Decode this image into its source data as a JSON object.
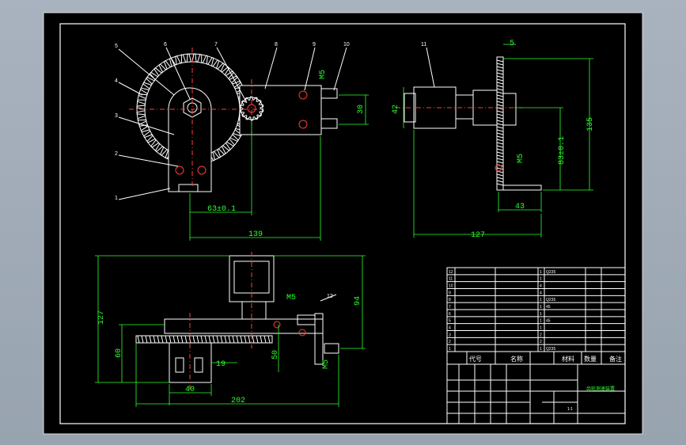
{
  "title_block": {
    "drawing_title": "齿轮测速装置",
    "col_code": "代号",
    "col_name": "名称",
    "col_material": "材料",
    "col_qty": "数量",
    "col_note": "备注",
    "scale_label": "1:1"
  },
  "part_numbers": [
    "1",
    "2",
    "3",
    "4",
    "5",
    "6",
    "7",
    "8",
    "9",
    "10",
    "11",
    "12"
  ],
  "dimensions": {
    "front_63": "63±0.1",
    "front_139": "139",
    "front_30": "30",
    "front_m5": "M5",
    "side_42": "42",
    "side_5": "5",
    "side_135": "135",
    "side_83": "83±0.1",
    "side_m5": "M5",
    "side_43": "43",
    "side_127": "127",
    "top_127": "127",
    "top_94": "94",
    "top_60": "60",
    "top_50": "50",
    "top_19": "19",
    "top_40": "40",
    "top_202": "202",
    "top_m5a": "M5",
    "top_m5b": "M5",
    "top_12": "12"
  },
  "bom_rows": [
    {
      "no": "12",
      "code": "",
      "name": "",
      "qty": "1",
      "mat": "Q235"
    },
    {
      "no": "11",
      "code": "",
      "name": "",
      "qty": "1",
      "mat": ""
    },
    {
      "no": "10",
      "code": "",
      "name": "",
      "qty": "4",
      "mat": ""
    },
    {
      "no": "9",
      "code": "",
      "name": "",
      "qty": "4",
      "mat": ""
    },
    {
      "no": "8",
      "code": "",
      "name": "",
      "qty": "1",
      "mat": "Q235"
    },
    {
      "no": "7",
      "code": "",
      "name": "",
      "qty": "1",
      "mat": "45"
    },
    {
      "no": "6",
      "code": "",
      "name": "",
      "qty": "1",
      "mat": ""
    },
    {
      "no": "5",
      "code": "",
      "name": "",
      "qty": "1",
      "mat": "45"
    },
    {
      "no": "4",
      "code": "",
      "name": "",
      "qty": "1",
      "mat": ""
    },
    {
      "no": "3",
      "code": "",
      "name": "",
      "qty": "2",
      "mat": ""
    },
    {
      "no": "2",
      "code": "",
      "name": "",
      "qty": "2",
      "mat": ""
    },
    {
      "no": "1",
      "code": "",
      "name": "",
      "qty": "1",
      "mat": "Q235"
    }
  ],
  "colors": {
    "background": "#000000",
    "outline": "#ffffff",
    "dimension": "#2cff2c",
    "centerline": "#ff3b3b",
    "desktop": "#a4aebb"
  }
}
